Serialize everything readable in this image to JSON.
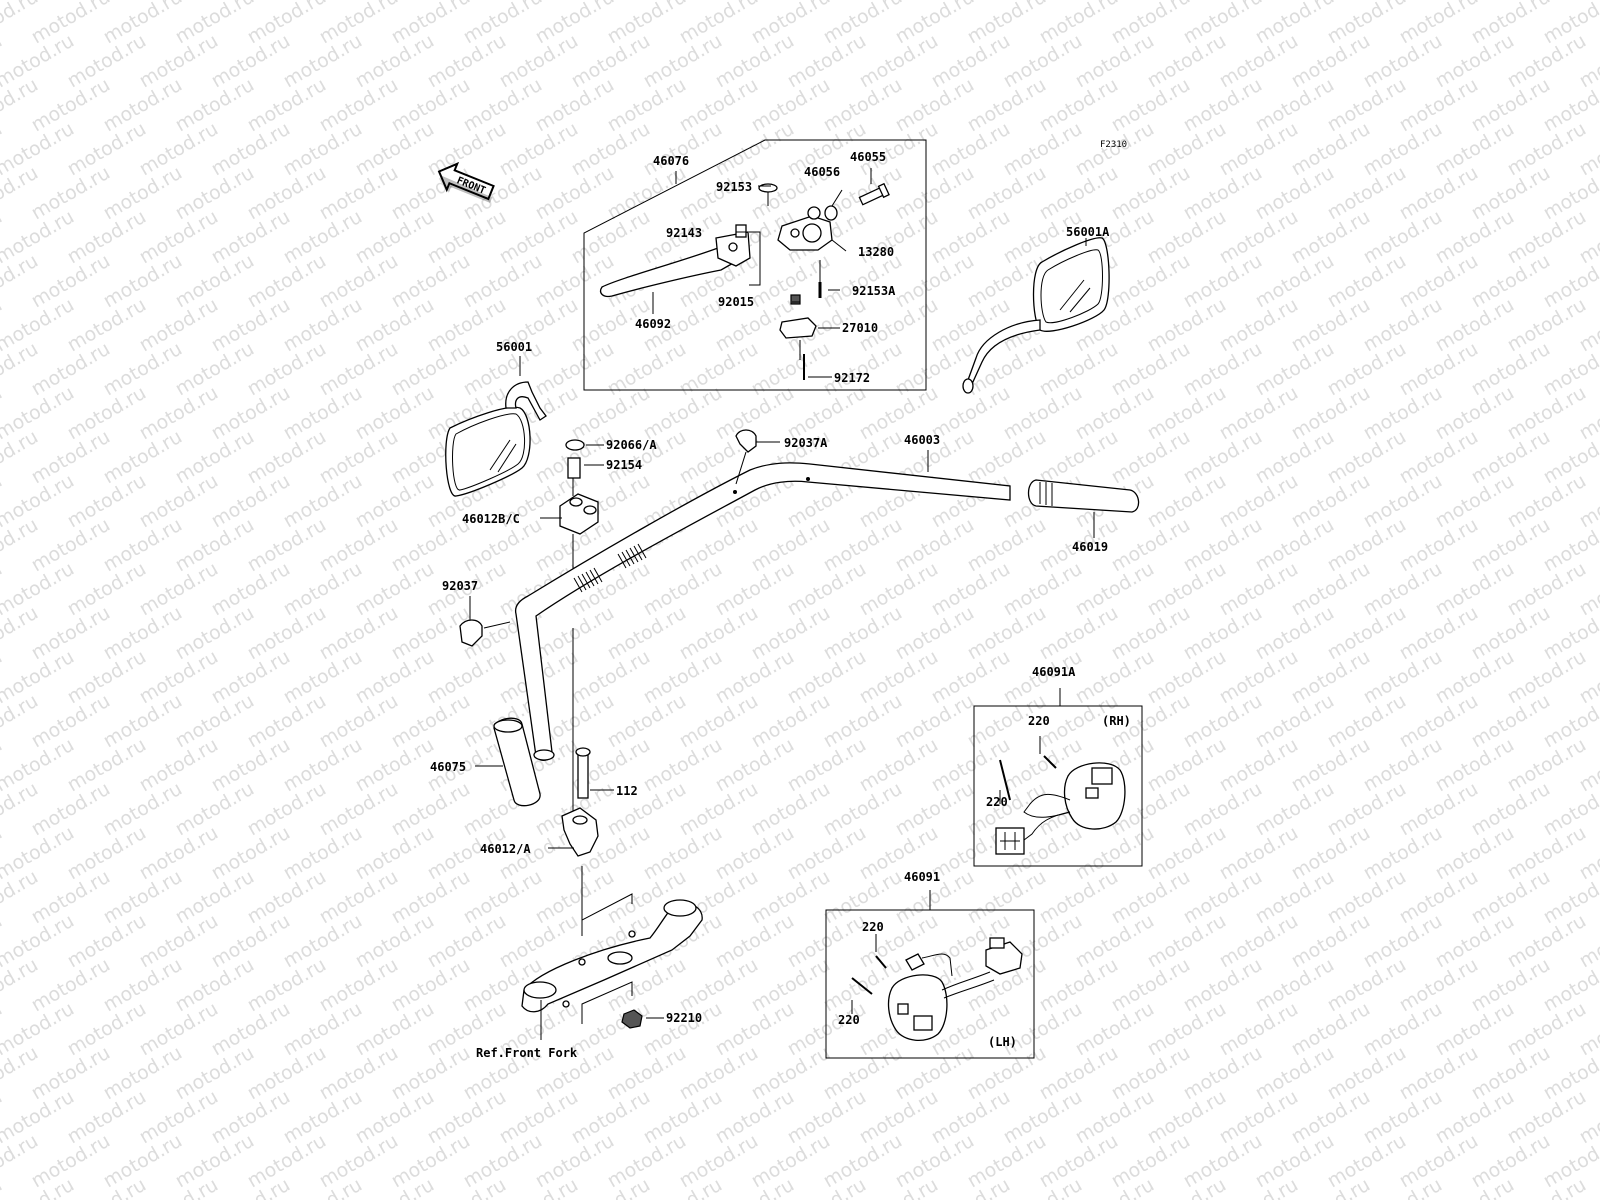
{
  "figure_code": "F2310",
  "front_arrow_text": "FRONT",
  "watermark": "motod.ru",
  "parts": {
    "p46076": "46076",
    "p92153": "92153",
    "p46056": "46056",
    "p46055": "46055",
    "p92143": "92143",
    "p13280": "13280",
    "p92015": "92015",
    "p92153A": "92153A",
    "p46092": "46092",
    "p27010": "27010",
    "p92172": "92172",
    "p56001A": "56001A",
    "p56001": "56001",
    "p92066A": "92066/A",
    "p92154": "92154",
    "p92037A": "92037A",
    "p46003": "46003",
    "p46012BC": "46012B/C",
    "p46019": "46019",
    "p92037": "92037",
    "p46091A": "46091A",
    "p46075": "46075",
    "p112": "112",
    "p46012A": "46012/A",
    "p46091": "46091",
    "p92210": "92210",
    "ref_front_fork": "Ref.Front Fork",
    "p220_rh_top": "220",
    "p220_rh_left": "220",
    "p220_lh_top": "220",
    "p220_lh_bottom": "220"
  },
  "switch_sides": {
    "rh": "(RH)",
    "lh": "(LH)"
  }
}
